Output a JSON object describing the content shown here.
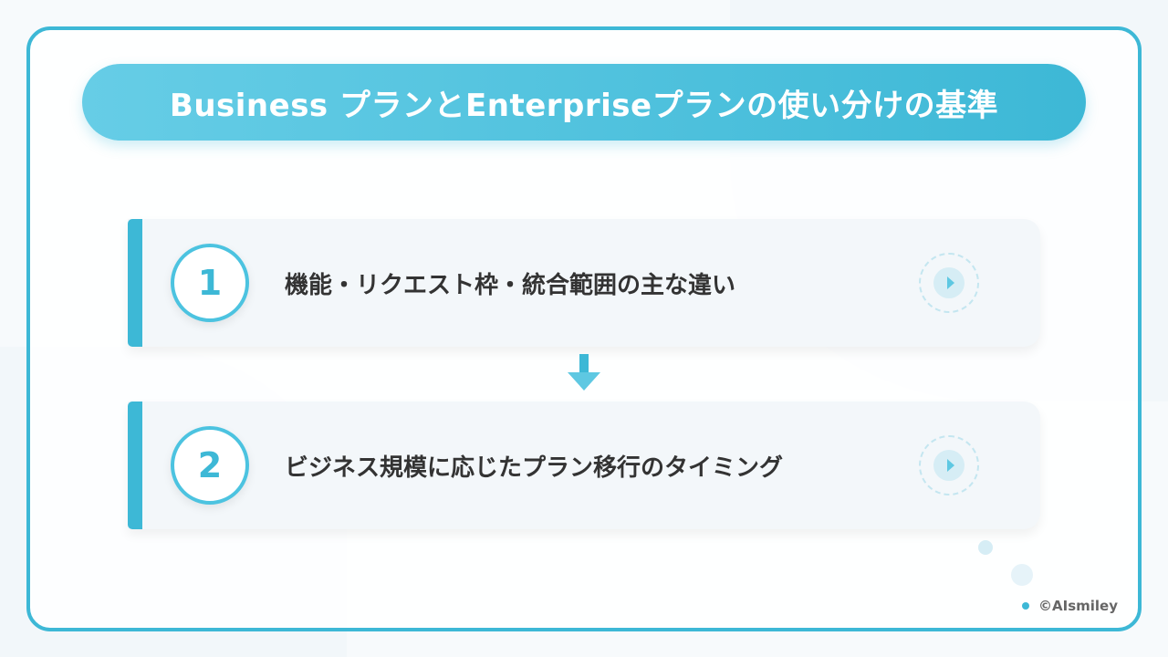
{
  "title": "Business プランとEnterpriseプランの使い分けの基準",
  "steps": [
    {
      "number": "1",
      "label": "機能・リクエスト枠・統合範囲の主な違い"
    },
    {
      "number": "2",
      "label": "ビジネス規模に応じたプラン移行のタイミング"
    }
  ],
  "copyright": "©AIsmiley",
  "colors": {
    "accent": "#3db8d6"
  }
}
